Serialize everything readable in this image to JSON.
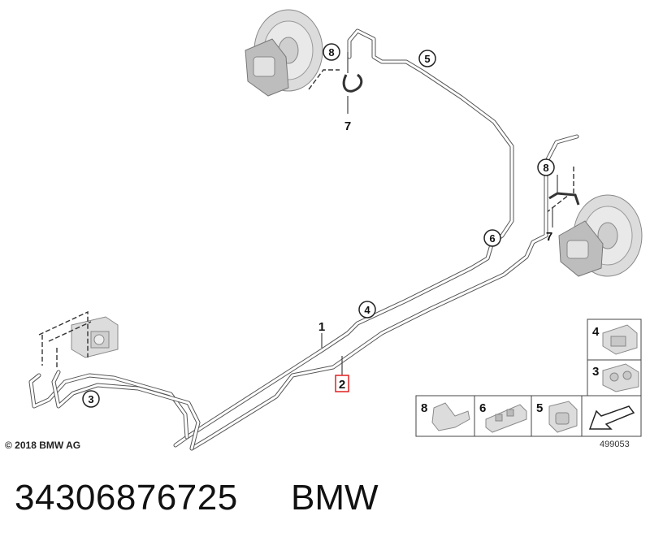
{
  "diagram": {
    "callouts": {
      "c1": "1",
      "c2": "2",
      "c3": "3",
      "c4": "4",
      "c5": "5",
      "c6": "6",
      "c7_front": "7",
      "c7_rear": "7",
      "c8_front": "8",
      "c8_rear": "8"
    },
    "highlighted_callout": "2",
    "highlight_color": "#e02020",
    "legend": {
      "cells": [
        {
          "number": "4",
          "icon": "clip-4-icon"
        },
        {
          "number": "3",
          "icon": "clip-3-icon"
        },
        {
          "number": "8",
          "icon": "bracket-8-icon"
        },
        {
          "number": "6",
          "icon": "clip-strip-6-icon"
        },
        {
          "number": "5",
          "icon": "clip-5-icon"
        },
        {
          "number": "",
          "icon": "arrow-direction-icon"
        }
      ]
    },
    "diagram_number": "499053",
    "copyright": "© 2018 BMW AG"
  },
  "footer": {
    "part_number": "34306876725",
    "brand": "BMW"
  }
}
